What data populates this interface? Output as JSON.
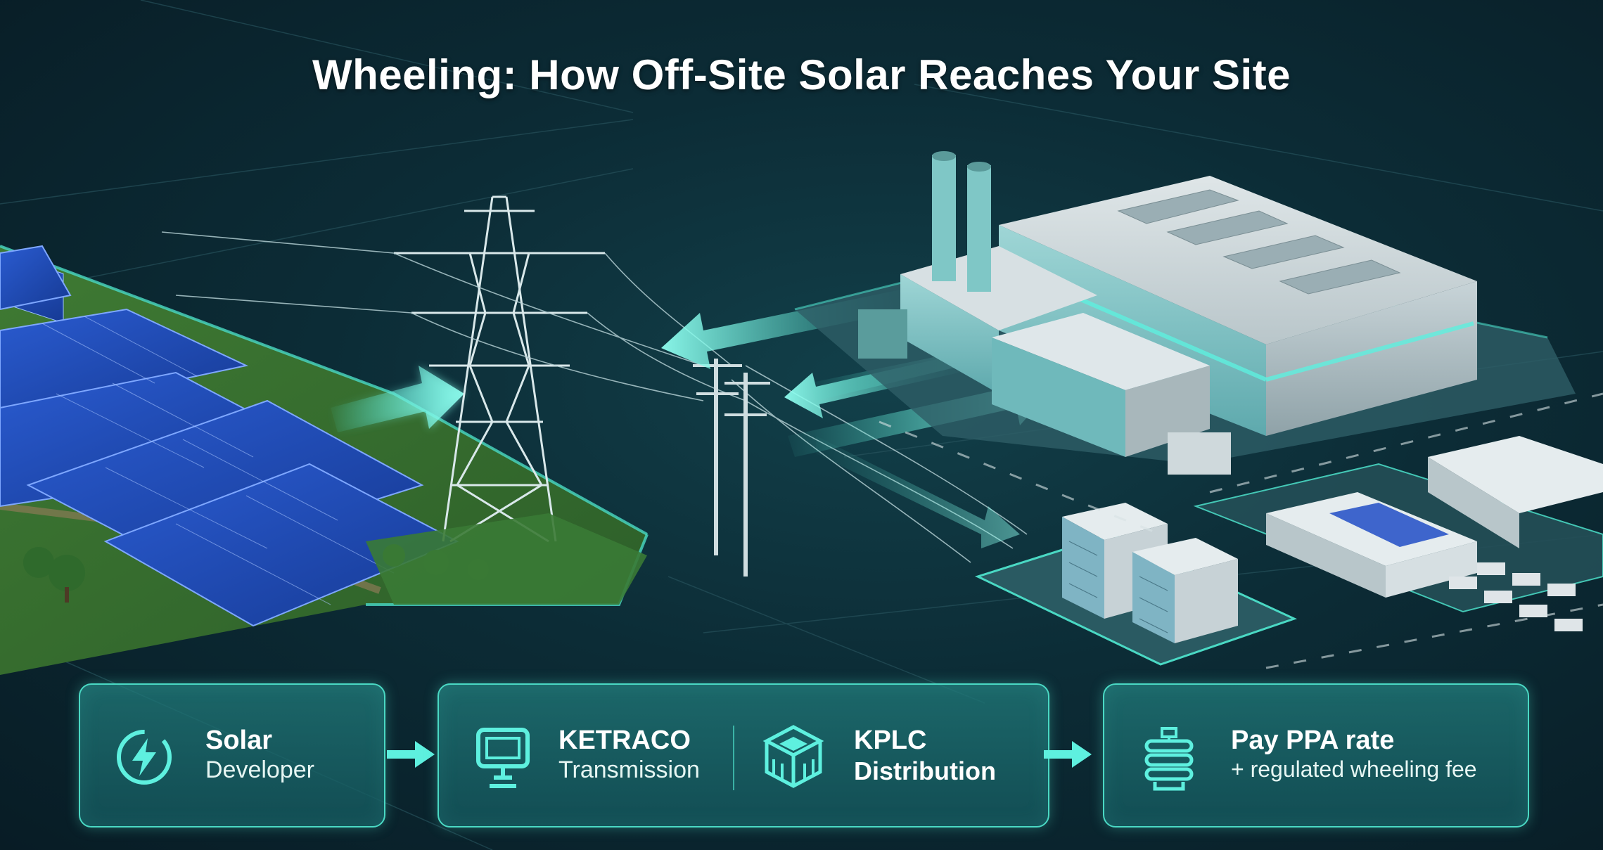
{
  "title": "Wheeling: How Off-Site Solar Reaches Your Site",
  "steps": [
    {
      "line1": "Solar",
      "line2": "Developer",
      "icon": "lightning-bolt-icon"
    },
    {
      "line1": "KETRACO",
      "line2": "Transmission",
      "icon": "monitor-tower-icon"
    },
    {
      "line1": "KPLC",
      "line2": "Distribution",
      "icon": "substation-box-icon"
    },
    {
      "line1": "Pay PPA rate",
      "line2": "+ regulated wheeling fee",
      "icon": "coil-stack-icon"
    }
  ],
  "colors": {
    "accent": "#4ad9c4",
    "background": "#0c2c36",
    "card": "#1f6f72",
    "text": "#ffffff"
  }
}
